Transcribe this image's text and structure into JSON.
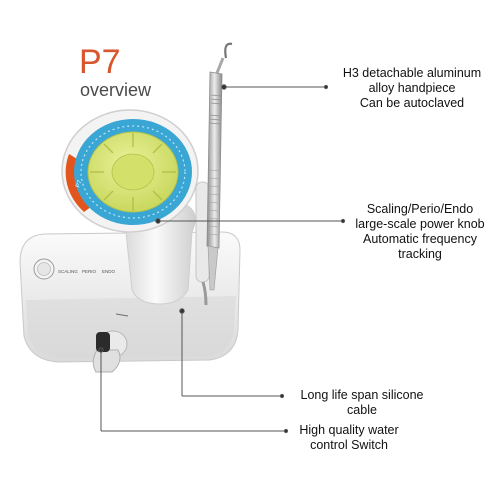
{
  "header": {
    "title": "P7",
    "subtitle": "overview"
  },
  "callouts": [
    {
      "lines": [
        "H3 detachable aluminum",
        "alloy handpiece",
        "Can be autoclaved"
      ]
    },
    {
      "lines": [
        "Scaling/Perio/Endo",
        "large-scale power knob",
        "Automatic frequency",
        "tracking"
      ]
    },
    {
      "lines": [
        "Long life span silicone",
        "cable"
      ]
    },
    {
      "lines": [
        "High quality water",
        "control Switch"
      ]
    }
  ],
  "device": {
    "knob_label": "P7",
    "panel_labels": [
      "SCALING",
      "PERIO",
      "ENDO"
    ],
    "colors": {
      "body": "#eeeeee",
      "knob": "#dde87a",
      "ring": "#39a7d6",
      "accent": "#e2561e"
    }
  }
}
